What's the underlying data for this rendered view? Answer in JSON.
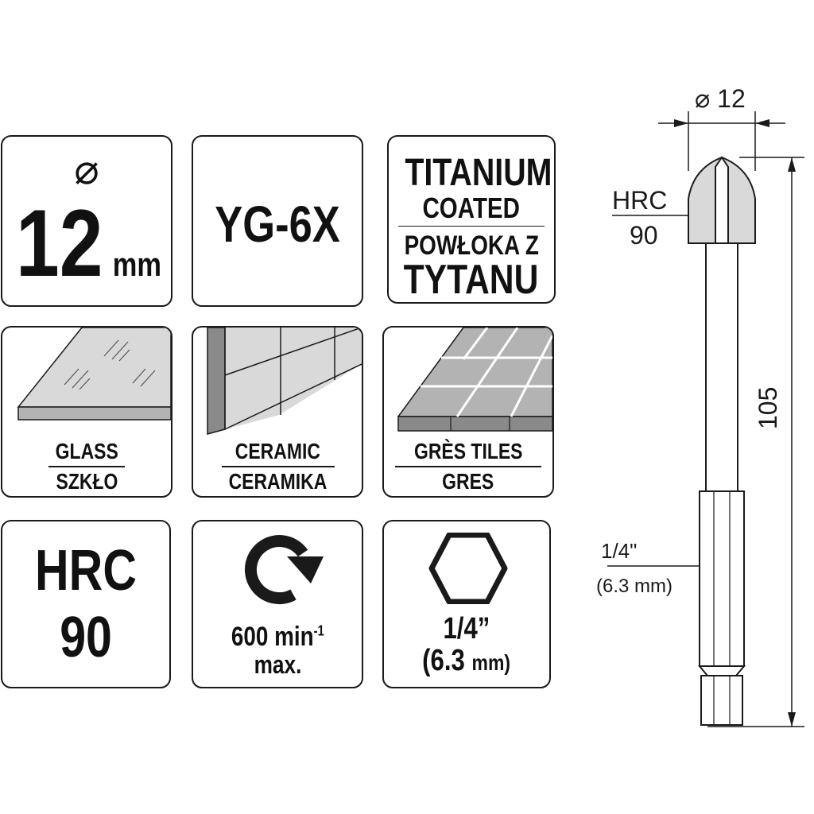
{
  "tiles": {
    "diameter": {
      "symbol": "⌀",
      "value": "12",
      "unit": "mm"
    },
    "material_grade": {
      "label": "YG-6X"
    },
    "coating": {
      "line1": "TITANIUM",
      "line2": "COATED",
      "line3": "POWŁOKA Z",
      "line4": "TYTANU"
    },
    "glass": {
      "label_en": "GLASS",
      "label_pl": "SZKŁO"
    },
    "ceramic": {
      "label_en": "CERAMIC",
      "label_pl": "CERAMIKA"
    },
    "gres": {
      "label_en": "GRÈS TILES",
      "label_pl": "GRES"
    },
    "hardness": {
      "line1": "HRC",
      "line2": "90"
    },
    "speed": {
      "value": "600 min",
      "exponent": "-1",
      "qualifier": "max."
    },
    "shank": {
      "size": "1/4”",
      "metric_value": "(6.3",
      "metric_unit": "mm)"
    }
  },
  "drawing": {
    "tip_diameter": "⌀ 12",
    "tip_hardness_label": "HRC",
    "tip_hardness_value": "90",
    "length": "105",
    "shank_size": "1/4\"",
    "shank_metric": "(6.3 mm)"
  },
  "colors": {
    "line": "#1a1a1a",
    "surface_light": "#d9d9d9",
    "surface_mid": "#b3b3b3",
    "surface_dark": "#8a8a8a"
  }
}
